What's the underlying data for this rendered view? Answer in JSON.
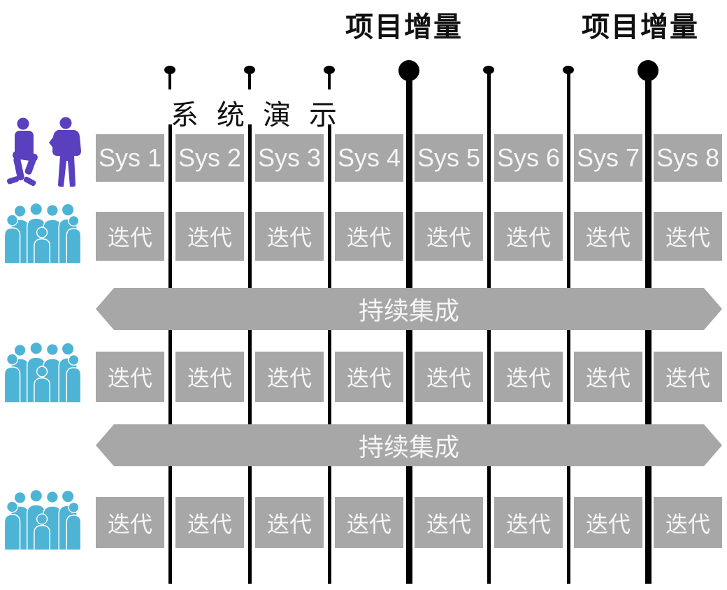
{
  "diagram": {
    "program_increment_labels": [
      "项目增量",
      "项目增量"
    ],
    "system_demo_label": "系统演示",
    "continuous_integration_label_1": "持续集成",
    "continuous_integration_label_2": "持续集成"
  },
  "rows": {
    "system_demo": {
      "cells": [
        "Sys 1",
        "Sys 2",
        "Sys 3",
        "Sys 4",
        "Sys 5",
        "Sys 6",
        "Sys 7",
        "Sys 8"
      ]
    },
    "iteration_1": {
      "cells": [
        "迭代",
        "迭代",
        "迭代",
        "迭代",
        "迭代",
        "迭代",
        "迭代",
        "迭代"
      ]
    },
    "iteration_2": {
      "cells": [
        "迭代",
        "迭代",
        "迭代",
        "迭代",
        "迭代",
        "迭代",
        "迭代",
        "迭代"
      ]
    },
    "iteration_3": {
      "cells": [
        "迭代",
        "迭代",
        "迭代",
        "迭代",
        "迭代",
        "迭代",
        "迭代",
        "迭代"
      ]
    }
  },
  "icons": {
    "stakeholders": "business-people-icon",
    "team_1": "team-crowd-icon",
    "team_2": "team-crowd-icon",
    "team_3": "team-crowd-icon",
    "small_pin": "milestone-pin-icon",
    "large_pin": "increment-pin-icon"
  },
  "colors": {
    "background": "#ffffff",
    "box_gray": "#a7a7a7",
    "box_text": "#f5f5f5",
    "line_black": "#000000",
    "people_purple": "#5a3fbf",
    "people_teal": "#4db4d6"
  }
}
